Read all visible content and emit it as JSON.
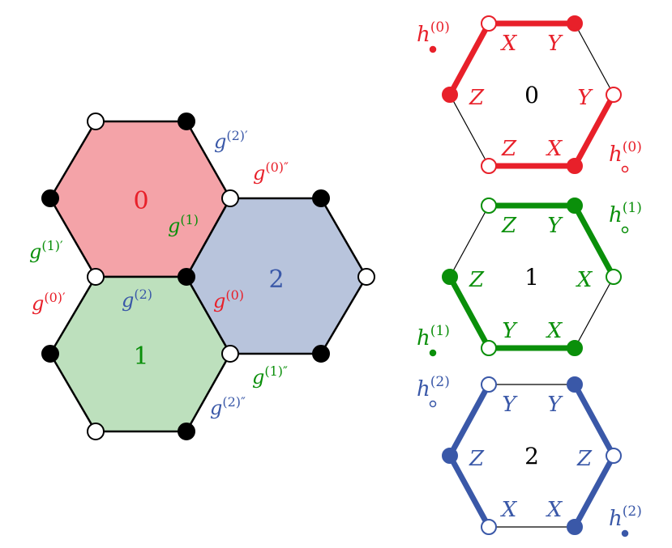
{
  "colors": {
    "red": "#e8202a",
    "green": "#0a8f0a",
    "blue": "#3a58a8",
    "red_fill": "#f4a3a8",
    "green_fill": "#bde0bd",
    "blue_fill": "#b8c4dc",
    "black": "#000000"
  },
  "lattice": {
    "plaquettes": [
      {
        "id": "0",
        "color": "red"
      },
      {
        "id": "1",
        "color": "green"
      },
      {
        "id": "2",
        "color": "blue"
      }
    ],
    "edge_labels": {
      "g2p": {
        "base": "g",
        "sup": "(2)′",
        "color": "blue"
      },
      "g0pp": {
        "base": "g",
        "sup": "(0)″",
        "color": "red"
      },
      "g1_inner": {
        "base": "g",
        "sup": "(1)",
        "color": "green"
      },
      "g1p": {
        "base": "g",
        "sup": "(1)′",
        "color": "green"
      },
      "g0p": {
        "base": "g",
        "sup": "(0)′",
        "color": "red"
      },
      "g2_inner": {
        "base": "g",
        "sup": "(2)",
        "color": "blue"
      },
      "g0_inner": {
        "base": "g",
        "sup": "(0)",
        "color": "red"
      },
      "g1pp": {
        "base": "g",
        "sup": "(1)″",
        "color": "green"
      },
      "g2pp": {
        "base": "g",
        "sup": "(2)″",
        "color": "blue"
      }
    }
  },
  "stabilizers": [
    {
      "id": "0",
      "color": "red",
      "paulis": {
        "upper_left": "X",
        "upper_right": "Y",
        "left": "Z",
        "right": "Y",
        "lower_left": "Z",
        "lower_right": "X"
      },
      "h_filled": {
        "base": "h",
        "sup": "(0)"
      },
      "h_open": {
        "base": "h",
        "sup": "(0)"
      }
    },
    {
      "id": "1",
      "color": "green",
      "paulis": {
        "upper_left": "Z",
        "upper_right": "Y",
        "left": "Z",
        "right": "X",
        "lower_left": "Y",
        "lower_right": "X"
      },
      "h_filled": {
        "base": "h",
        "sup": "(1)"
      },
      "h_open": {
        "base": "h",
        "sup": "(1)"
      }
    },
    {
      "id": "2",
      "color": "blue",
      "paulis": {
        "upper_left": "Y",
        "upper_right": "Y",
        "left": "Z",
        "right": "Z",
        "lower_left": "X",
        "lower_right": "X"
      },
      "h_filled": {
        "base": "h",
        "sup": "(2)"
      },
      "h_open": {
        "base": "h",
        "sup": "(2)"
      }
    }
  ]
}
